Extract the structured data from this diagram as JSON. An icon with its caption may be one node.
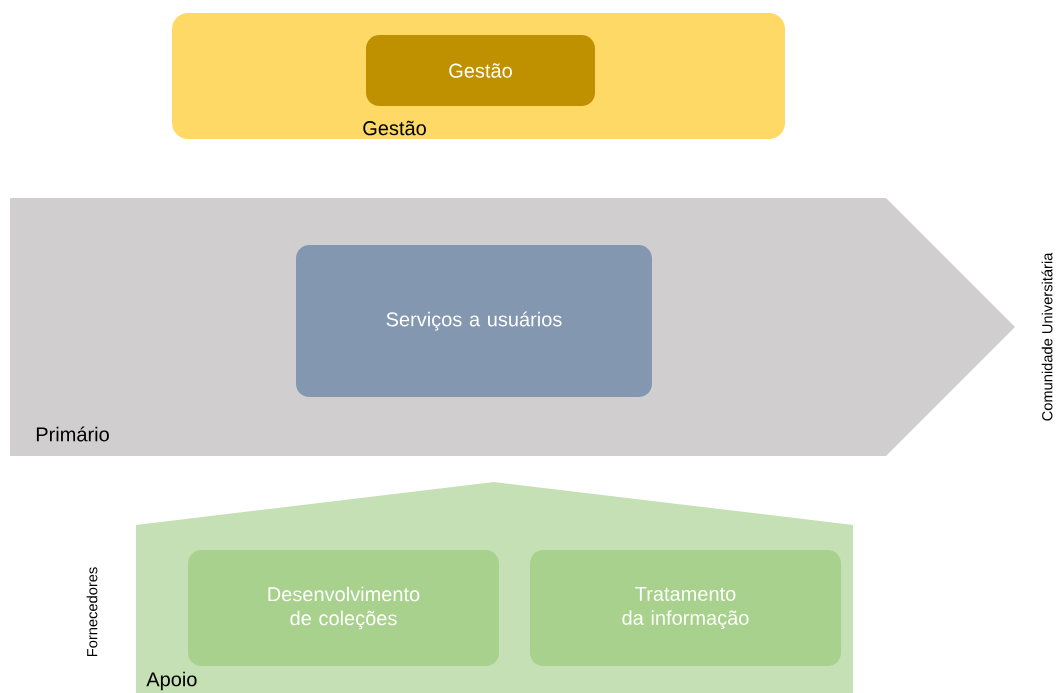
{
  "diagram": {
    "nodes": [
      {
        "text": [
          "Gestão"
        ]
      },
      {
        "text": [
          "Gestão"
        ],
        "in": 0
      },
      {
        "text": [
          "Primário"
        ]
      },
      {
        "text": [
          "Serviços a usuários"
        ],
        "in": 2
      },
      {
        "text": [
          "Apoio"
        ]
      },
      {
        "text": [
          "Desenvolvimento de coleções"
        ],
        "in": 4
      },
      {
        "text": [
          "Tratamento da informação"
        ],
        "in": 4
      }
    ],
    "labels": [
      "Comunidade Universitária",
      "Fornecedores"
    ]
  }
}
